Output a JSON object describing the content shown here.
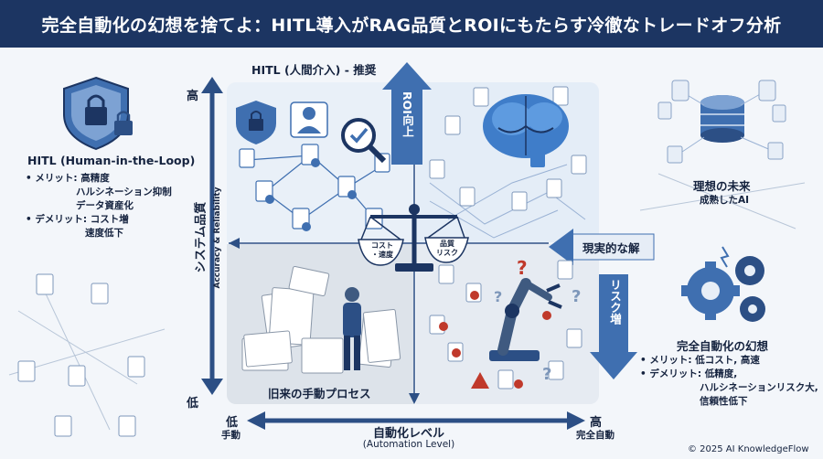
{
  "title": "完全自動化の幻想を捨てよ：HITL導入がRAG品質とROIにもたらす冷徹なトレードオフ分析",
  "hitl_quadrant_title": "HITL (人間介入) - 推奨",
  "roi_arrow": "ROI向上",
  "risk_arrow": "リスク増",
  "realistic_solution": "現実的な解",
  "legacy_quadrant_title": "旧来の手動プロセス",
  "y_axis": {
    "high": "高",
    "low": "低",
    "title_jp": "システム品質",
    "title_en": "Accuracy & Reliability"
  },
  "x_axis": {
    "low": "低",
    "low_sub": "手動",
    "high": "高",
    "high_sub": "完全自動",
    "title_jp": "自動化レベル",
    "title_en": "(Automation Level)"
  },
  "scale": {
    "left": "コスト\n速度",
    "right": "品質\nリスク",
    "left_lines": [
      "コスト",
      "・速度"
    ],
    "right_lines": [
      "品質",
      "リスク"
    ]
  },
  "hitl_box": {
    "title": "HITL (Human-in-the-Loop)",
    "merit_label": "• メリット: ",
    "merits": [
      "高精度",
      "ハルシネーション抑制",
      "データ資産化"
    ],
    "demerit_label": "• デメリット: ",
    "demerits": [
      "コスト増",
      "速度低下"
    ]
  },
  "ideal_future": {
    "title": "理想の未来",
    "subtitle": "成熟したAI"
  },
  "full_auto_box": {
    "title": "完全自動化の幻想",
    "merit_label": "• メリット: ",
    "merits": [
      "低コスト, 高速"
    ],
    "demerit_label": "• デメリット: ",
    "demerits": [
      "低精度,",
      "ハルシネーションリスク大,",
      "信頼性低下"
    ]
  },
  "copyright": "© 2025 AI KnowledgeFlow",
  "colors": {
    "navy": "#1c3562",
    "accent": "#3f6fb0",
    "light": "#e1e8f1",
    "red": "#c0392b"
  },
  "icons": [
    "shield-lock-icon",
    "user-icon",
    "magnifier-check-icon",
    "brain-icon",
    "database-icon",
    "scales-icon",
    "robot-arm-icon",
    "gears-icon",
    "person-icon",
    "document-stack-icon"
  ]
}
